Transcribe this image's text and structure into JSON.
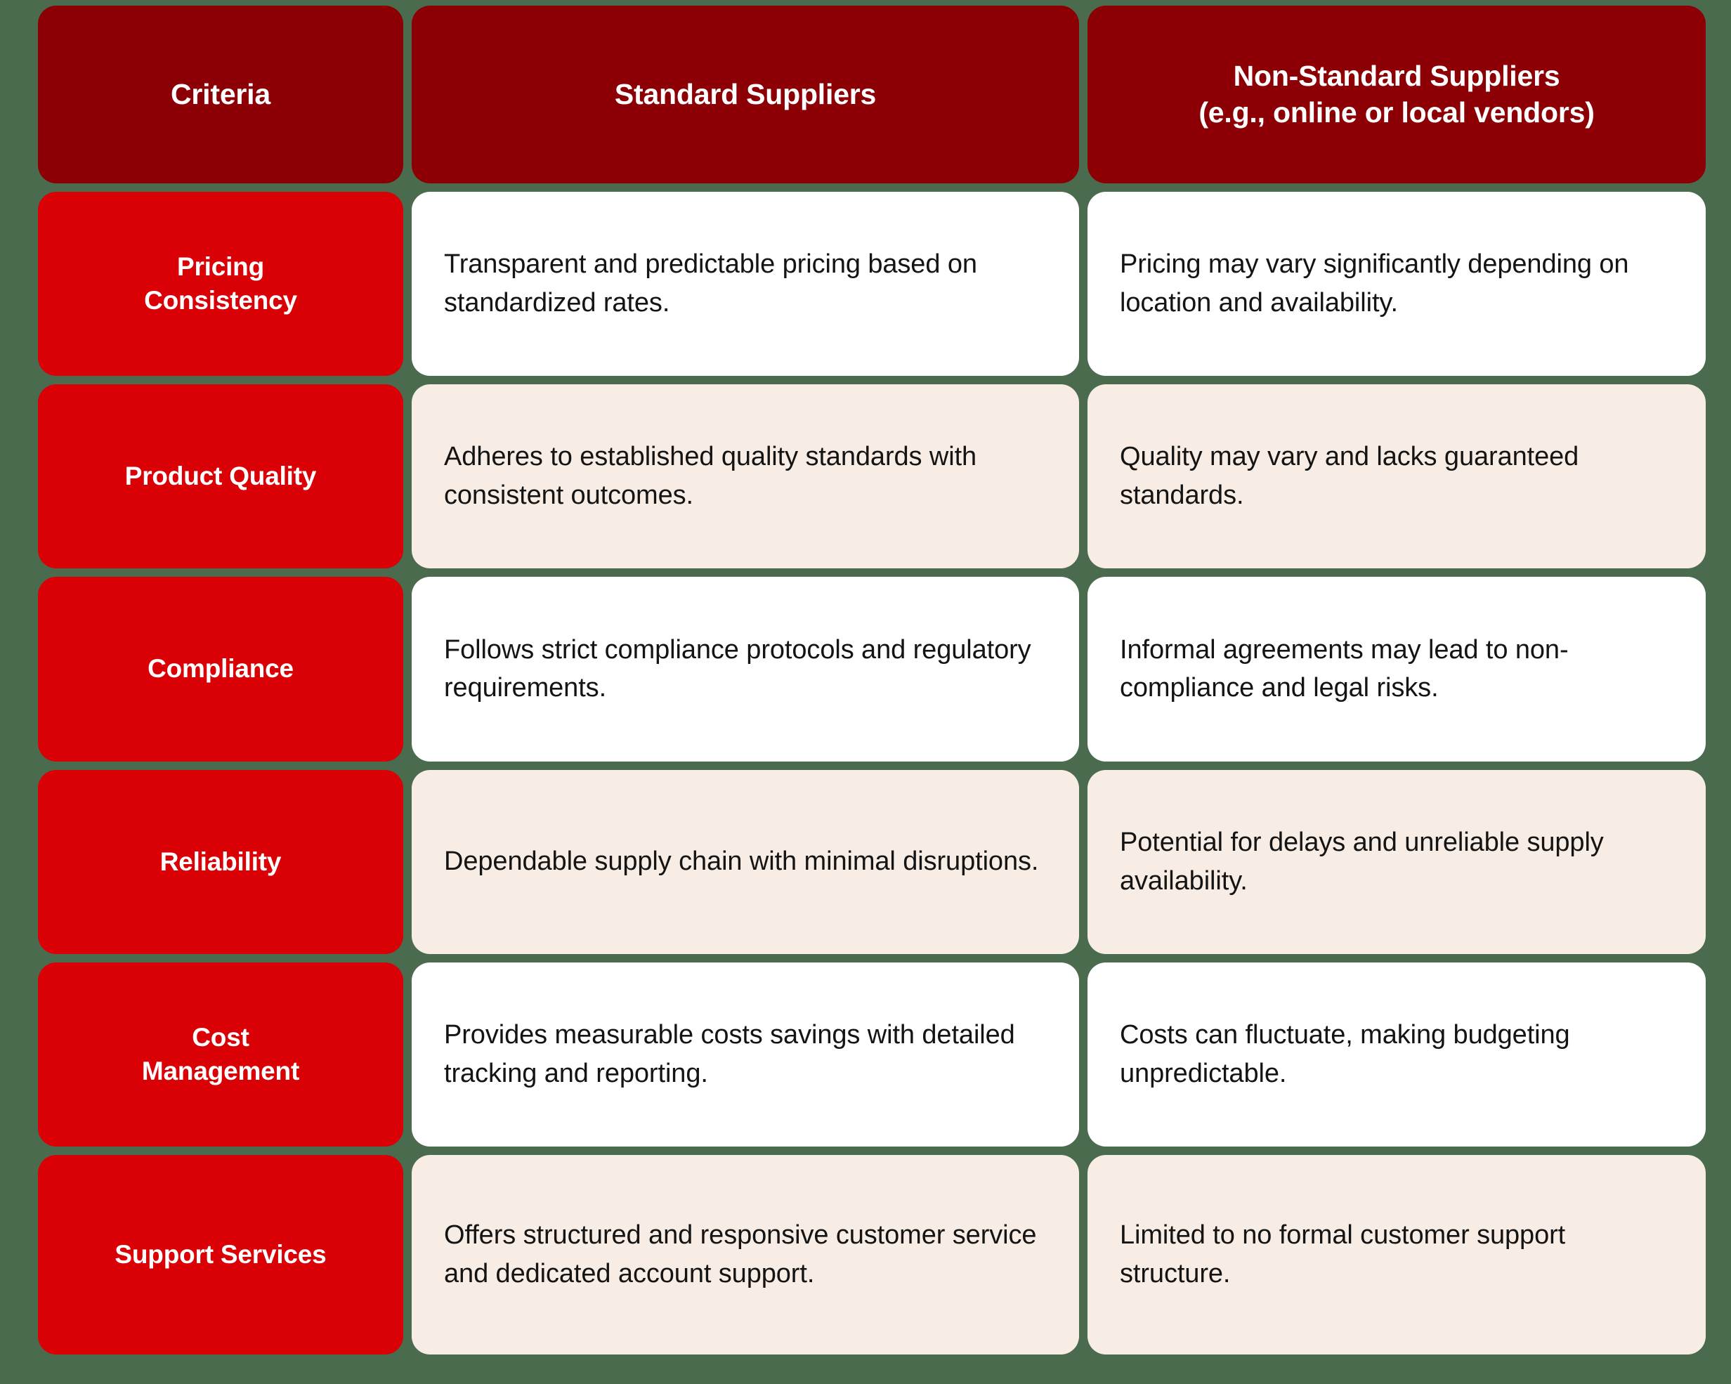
{
  "theme": {
    "background": "#4a6b4d",
    "header_bg": "#8c0005",
    "criteria_bg": "#d90006",
    "row_bg_odd": "#ffffff",
    "row_bg_even": "#f8ede5",
    "header_text": "#ffffff",
    "body_text": "#141414"
  },
  "table": {
    "headers": [
      {
        "label": "Criteria"
      },
      {
        "label": "Standard Suppliers"
      },
      {
        "label_line1": "Non-Standard Suppliers",
        "label_line2": "(e.g., online or local vendors)"
      }
    ],
    "rows": [
      {
        "criteria_line1": "Pricing",
        "criteria_line2": "Consistency",
        "standard": "Transparent and predictable pricing based on standardized rates.",
        "non_standard": "Pricing may vary significantly depending on location and availability."
      },
      {
        "criteria_line1": "Product Quality",
        "criteria_line2": "",
        "standard": "Adheres to established quality standards with consistent outcomes.",
        "non_standard": "Quality may vary and lacks guaranteed standards."
      },
      {
        "criteria_line1": "Compliance",
        "criteria_line2": "",
        "standard": "Follows strict compliance protocols and regulatory requirements.",
        "non_standard": "Informal agreements may lead to non-compliance and legal risks."
      },
      {
        "criteria_line1": "Reliability",
        "criteria_line2": "",
        "standard": "Dependable supply chain with minimal disruptions.",
        "non_standard": "Potential for delays and unreliable supply availability."
      },
      {
        "criteria_line1": "Cost",
        "criteria_line2": "Management",
        "standard": "Provides measurable costs savings with detailed tracking and reporting.",
        "non_standard": "Costs can fluctuate, making budgeting unpredictable."
      },
      {
        "criteria_line1": "Support Services",
        "criteria_line2": "",
        "standard": "Offers structured and responsive customer service and dedicated account support.",
        "non_standard": "Limited to no formal customer support structure."
      }
    ]
  }
}
